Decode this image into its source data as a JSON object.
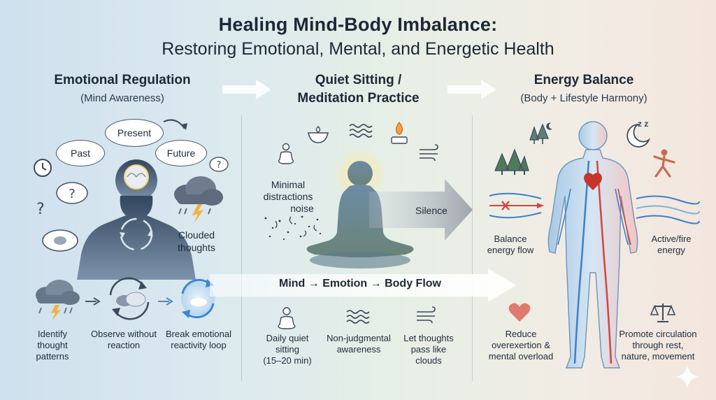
{
  "header": {
    "title": "Healing Mind-Body Imbalance:",
    "subtitle": "Restoring Emotional, Mental, and Energetic Health"
  },
  "columns": {
    "emotional": {
      "title": "Emotional Regulation",
      "subtitle": "(Mind Awareness)"
    },
    "meditation": {
      "title_line1": "Quiet Sitting /",
      "title_line2": "Meditation Practice"
    },
    "energy": {
      "title": "Energy Balance",
      "subtitle": "(Body + Lifestyle Harmony)"
    }
  },
  "thoughts": {
    "present": "Present",
    "past": "Past",
    "future": "Future",
    "clouded_line1": "Clouded",
    "clouded_line2": "thoughts"
  },
  "meditation_labels": {
    "distractions_line1": "Minimal",
    "distractions_line2": "distractions",
    "distractions_line3": "noise",
    "silence": "Silence"
  },
  "flow_banner": "Mind → Emotion → Body Flow",
  "steps": {
    "identify": [
      "Identify",
      "thought",
      "patterns"
    ],
    "observe": [
      "Observe without",
      "reaction"
    ],
    "break": [
      "Break emotional",
      "reactivity loop"
    ],
    "daily": [
      "Daily quiet",
      "sitting",
      "(15–20 min)"
    ],
    "nonjudgmental": [
      "Non-judgmental",
      "awareness"
    ],
    "letpass": [
      "Let thoughts",
      "pass like",
      "clouds"
    ],
    "reduce": [
      "Reduce",
      "overexertion &",
      "mental overload"
    ],
    "promote": [
      "Promote circulation",
      "through rest,",
      "nature, movement"
    ]
  },
  "energy_labels": {
    "balance": [
      "Balance",
      "energy flow"
    ],
    "active": [
      "Active/fire",
      "energy"
    ]
  },
  "icons": {
    "sleep_text": "z z"
  }
}
